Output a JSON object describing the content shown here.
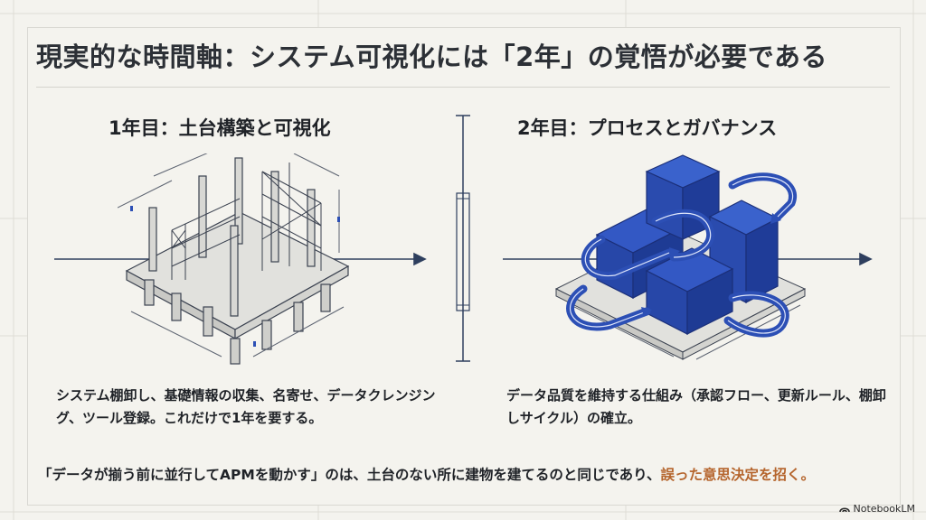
{
  "title": "現実的な時間軸：システム可視化には「2年」の覚悟が必要である",
  "year1": {
    "heading": "1年目：土台構築と可視化",
    "description": "システム棚卸し、基礎情報の収集、名寄せ、データクレンジング、ツール登録。これだけで1年を要する。",
    "illustration_icon": "scaffolding-foundation-icon"
  },
  "year2": {
    "heading": "2年目：プロセスとガバナンス",
    "description": "データ品質を維持する仕組み（承認フロー、更新ルール、棚卸しサイクル）の確立。",
    "illustration_icon": "blue-building-flow-icon"
  },
  "footer": {
    "text_main": "「データが揃う前に並行してAPMを動かす」のは、土台のない所に建物を建てるのと同じであり、",
    "text_accent": "誤った意思決定を招く。"
  },
  "brand": "NotebookLM",
  "colors": {
    "background": "#f4f3ee",
    "accent_text": "#b5652d",
    "blue": "#2c4fb5",
    "line": "#2e3f5e"
  }
}
